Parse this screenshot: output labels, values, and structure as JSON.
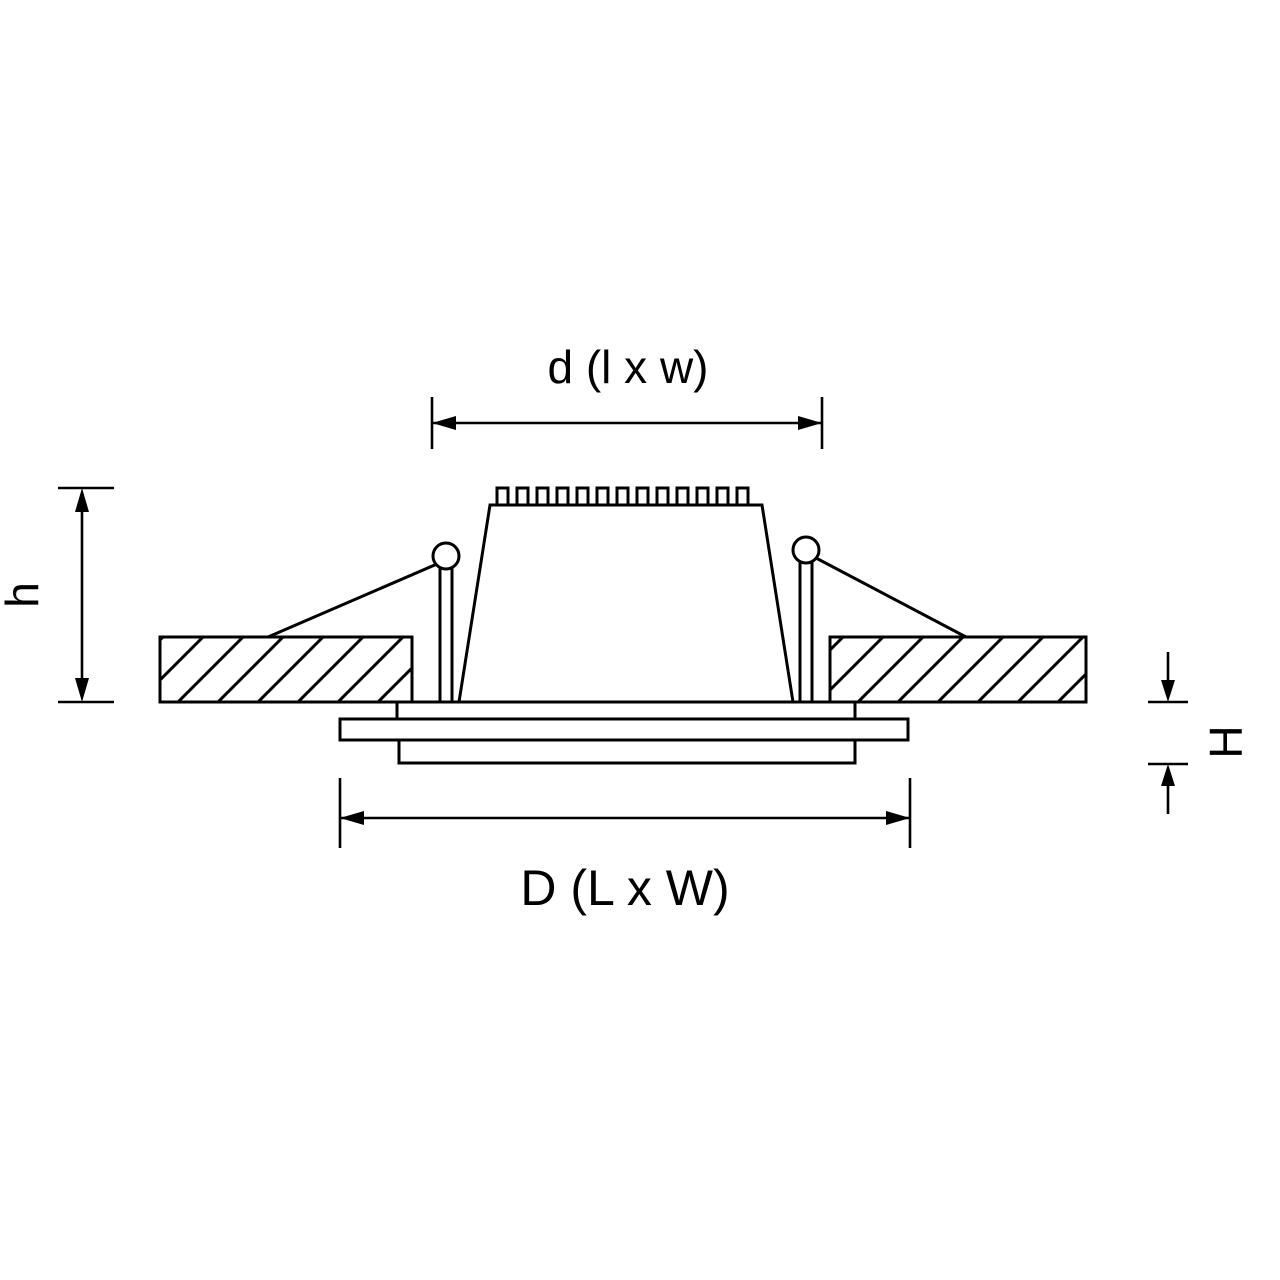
{
  "diagram": {
    "labels": {
      "top_dimension": "d (l x w)",
      "left_dimension": "h",
      "right_dimension": "H",
      "bottom_dimension": "D (L x W)"
    },
    "colors": {
      "line": "#000000",
      "background": "#ffffff"
    }
  }
}
